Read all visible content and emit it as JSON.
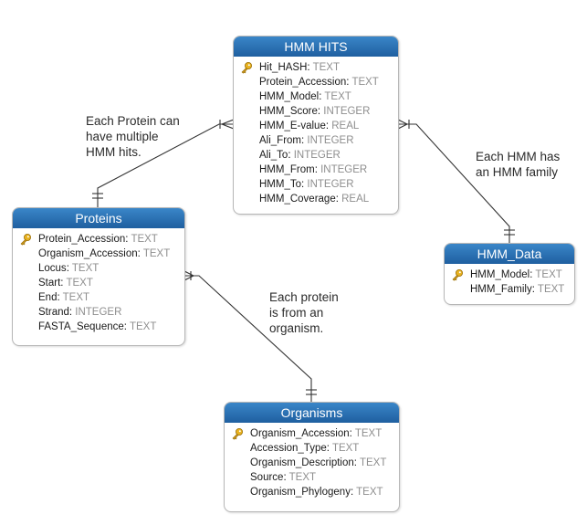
{
  "entities": {
    "hmm_hits": {
      "title": "HMM HITS",
      "fields": [
        {
          "name": "Hit_HASH",
          "type": "TEXT",
          "pk": true
        },
        {
          "name": "Protein_Accession",
          "type": "TEXT"
        },
        {
          "name": "HMM_Model",
          "type": "TEXT"
        },
        {
          "name": "HMM_Score",
          "type": "INTEGER"
        },
        {
          "name": "HMM_E-value",
          "type": "REAL"
        },
        {
          "name": "Ali_From",
          "type": "INTEGER"
        },
        {
          "name": "Ali_To",
          "type": "INTEGER"
        },
        {
          "name": "HMM_From",
          "type": "INTEGER"
        },
        {
          "name": "HMM_To",
          "type": "INTEGER"
        },
        {
          "name": "HMM_Coverage",
          "type": "REAL"
        }
      ]
    },
    "proteins": {
      "title": "Proteins",
      "fields": [
        {
          "name": "Protein_Accession",
          "type": "TEXT",
          "pk": true
        },
        {
          "name": "Organism_Accession",
          "type": "TEXT"
        },
        {
          "name": "Locus",
          "type": "TEXT"
        },
        {
          "name": "Start",
          "type": "TEXT"
        },
        {
          "name": "End",
          "type": "TEXT"
        },
        {
          "name": "Strand",
          "type": "INTEGER"
        },
        {
          "name": "FASTA_Sequence",
          "type": "TEXT"
        }
      ]
    },
    "hmm_data": {
      "title": "HMM_Data",
      "fields": [
        {
          "name": "HMM_Model",
          "type": "TEXT",
          "pk": true
        },
        {
          "name": "HMM_Family",
          "type": "TEXT"
        }
      ]
    },
    "organisms": {
      "title": "Organisms",
      "fields": [
        {
          "name": "Organism_Accession",
          "type": "TEXT",
          "pk": true
        },
        {
          "name": "Accession_Type",
          "type": "TEXT"
        },
        {
          "name": "Organism_Description",
          "type": "TEXT"
        },
        {
          "name": "Source",
          "type": "TEXT"
        },
        {
          "name": "Organism_Phylogeny",
          "type": "TEXT"
        }
      ]
    }
  },
  "notes": {
    "protein_hits": [
      "Each Protein can",
      "have multiple",
      "HMM hits."
    ],
    "hmm_family": [
      "Each HMM has",
      "an HMM family"
    ],
    "protein_organism": [
      "Each protein",
      "is from an",
      "organism."
    ]
  },
  "colors": {
    "header_top": "#3a86c8",
    "header_bottom": "#1f5fa0",
    "line": "#333333",
    "type_text": "#8e8e8e"
  }
}
